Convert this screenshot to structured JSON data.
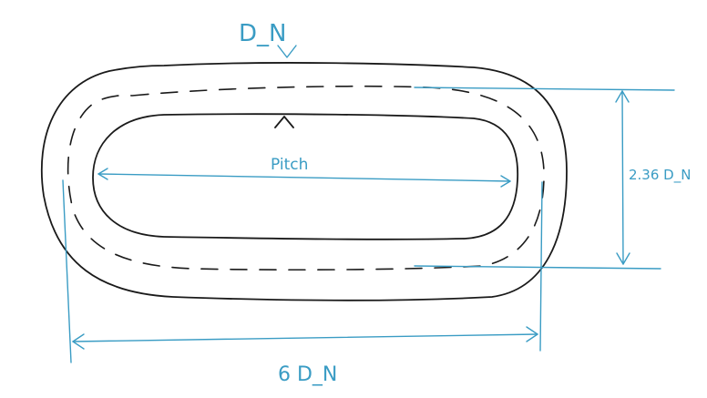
{
  "labels": {
    "top": "D_N",
    "pitch": "Pitch",
    "height": "2.36 D_N",
    "width": "6 D_N"
  },
  "colors": {
    "ink": "#1a1a1a",
    "dimension": "#3a9cc4",
    "background": "#ffffff"
  }
}
